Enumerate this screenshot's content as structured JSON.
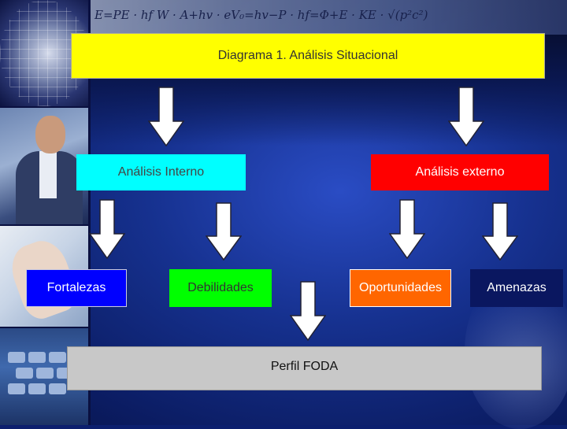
{
  "diagram": {
    "title": "Diagrama 1. Análisis Situacional",
    "internal": "Análisis Interno",
    "external": "Análisis externo",
    "strengths": "Fortalezas",
    "weaknesses": "Debilidades",
    "opportunities": "Oportunidades",
    "threats": "Amenazas",
    "result": "Perfil FODA"
  },
  "colors": {
    "title_box": "#ffff00",
    "internal_box": "#00ffff",
    "external_box": "#ff0000",
    "strengths_box": "#0000ff",
    "weaknesses_box": "#00ff00",
    "opportunities_box": "#ff6600",
    "result_box": "#c8c8c8",
    "arrow": "#ffffff"
  }
}
